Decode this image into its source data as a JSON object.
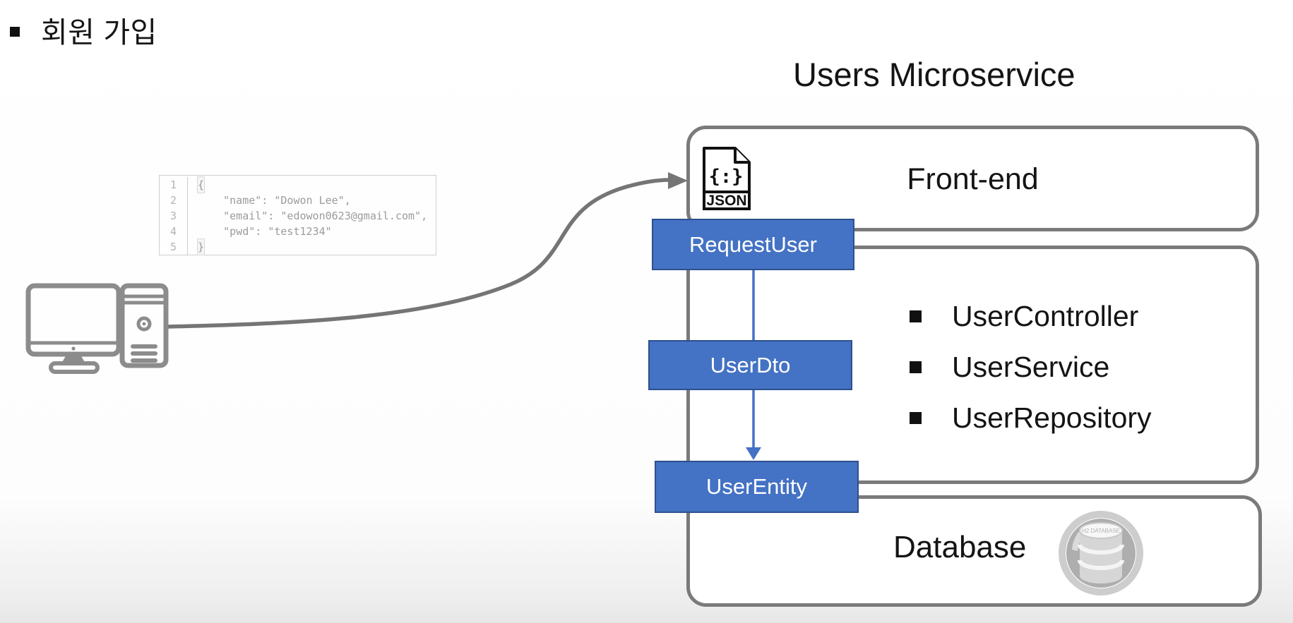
{
  "slide": {
    "title": "회원 가입",
    "heading": "Users Microservice"
  },
  "json_snippet": {
    "lines": [
      {
        "num": "1",
        "code": "{"
      },
      {
        "num": "2",
        "code": "    \"name\": \"Dowon Lee\","
      },
      {
        "num": "3",
        "code": "    \"email\": \"edowon0623@gmail.com\","
      },
      {
        "num": "4",
        "code": "    \"pwd\": \"test1234\""
      },
      {
        "num": "5",
        "code": "}"
      }
    ]
  },
  "containers": {
    "frontend": {
      "label": "Front-end"
    },
    "service": {
      "items": [
        {
          "label": "UserController"
        },
        {
          "label": "UserService"
        },
        {
          "label": "UserRepository"
        }
      ]
    },
    "database": {
      "label": "Database",
      "logo_text": "H2 DATABASE"
    }
  },
  "dto_boxes": {
    "request_user": {
      "label": "RequestUser"
    },
    "user_dto": {
      "label": "UserDto"
    },
    "user_entity": {
      "label": "UserEntity"
    }
  },
  "json_file_icon": {
    "glyph": "{:}",
    "label": "JSON"
  },
  "icons": {
    "client": "desktop-computer-icon",
    "database_logo": "h2-database-logo"
  },
  "colors": {
    "accent_blue": "#4472c4",
    "accent_blue_border": "#2d508f",
    "container_gray": "#7a7a7a",
    "arrow_gray": "#757575",
    "code_text_gray": "#9b9b9b"
  }
}
